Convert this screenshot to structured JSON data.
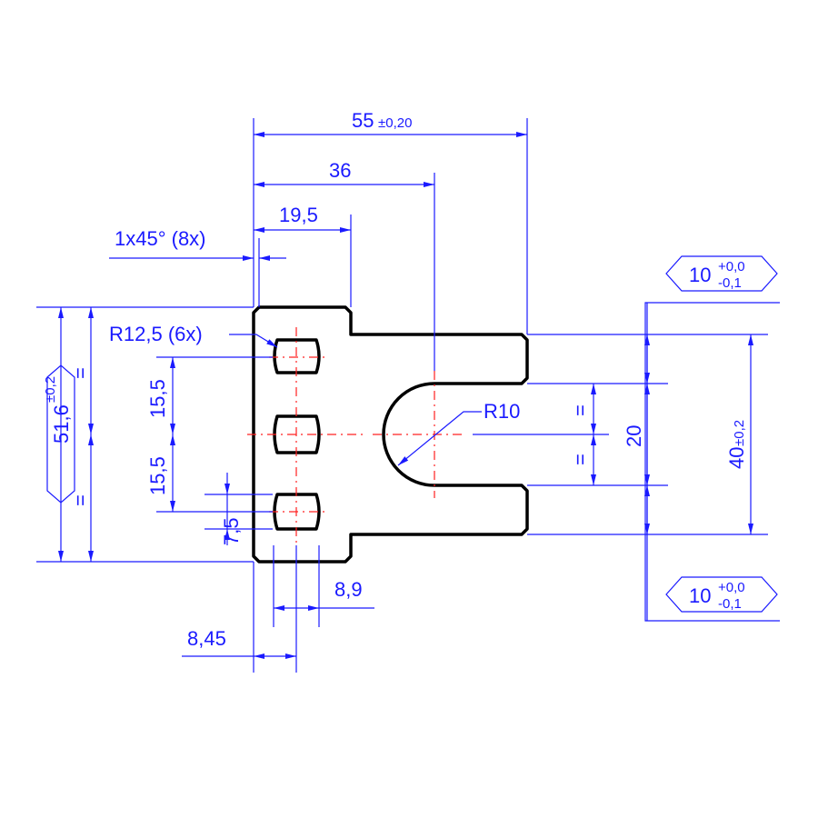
{
  "drawing": {
    "dims": {
      "overall_width": "55",
      "overall_width_tol": "±0,20",
      "slot_center": "36",
      "flange_width": "19,5",
      "chamfer": "1x45° (8x)",
      "radius_small": "R12,5 (6x)",
      "radius_slot": "R10",
      "pitch_top": "15,5",
      "pitch_bottom": "15,5",
      "pocket_height": "7,5",
      "pocket_width": "8,9",
      "pocket_offset": "8,45",
      "total_height": "51,6",
      "total_height_tol": "±0,2",
      "slot_width": "20",
      "fork_height": "40",
      "fork_height_tol": "±0,2",
      "equal_sign": "=",
      "tine_nominal": "10",
      "tine_tol_upper": "+0,0",
      "tine_tol_lower": "-0,1"
    },
    "colors": {
      "dimension": "#1a1aff",
      "outline": "#000000",
      "centerline": "#ff2020"
    }
  }
}
